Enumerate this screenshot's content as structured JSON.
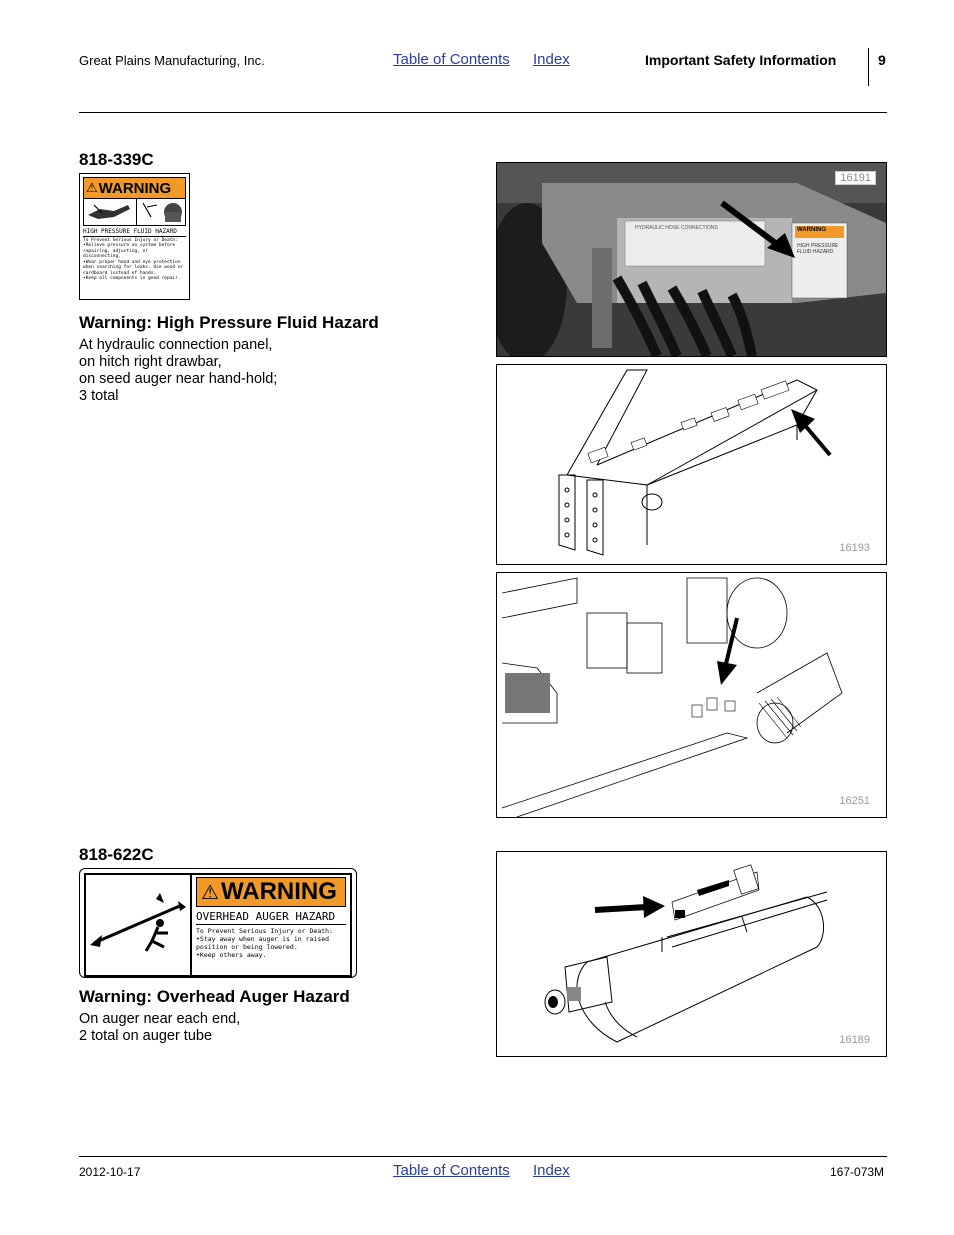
{
  "header": {
    "company": "Great Plains Manufacturing, Inc.",
    "toc_link": "Table of Contents",
    "index_link": "Index",
    "section": "Important Safety Information",
    "page_number": "9"
  },
  "decal1": {
    "part_number": "818-339C",
    "title": "Warning: High Pressure Fluid Hazard",
    "lines": [
      "At hydraulic connection panel,",
      "on hitch right drawbar,",
      "on seed auger near hand-hold;",
      "3 total"
    ],
    "label": {
      "banner": "WARNING",
      "hazard": "HIGH PRESSURE FLUID HAZARD",
      "subhead": "To Prevent Serious Injury or Death:",
      "bullets": [
        "•Relieve pressure on system before repairing, adjusting, or disconnecting.",
        "•Wear proper hand and eye protection when searching for leaks. Use wood or cardboard instead of hands.",
        "•Keep all components in good repair."
      ]
    }
  },
  "decal2": {
    "part_number": "818-622C",
    "title": "Warning: Overhead Auger Hazard",
    "lines": [
      "On auger near each end,",
      "2 total on auger tube"
    ],
    "label": {
      "banner": "WARNING",
      "hazard": "OVERHEAD AUGER HAZARD",
      "subhead": "To Prevent Serious Injury or Death:",
      "bullets": [
        "•Stay away when auger is in raised position or being lowered.",
        "•Keep others away."
      ]
    }
  },
  "figures": {
    "photo": {
      "number": "16191",
      "panel_label": "HYDRAULIC HOSE CONNECTIONS",
      "decal_banner": "WARNING",
      "decal_text": "HIGH PRESSURE FLUID HAZARD"
    },
    "drawbar": {
      "number": "16193"
    },
    "seed_auger": {
      "number": "16251"
    },
    "auger_tube": {
      "number": "16189"
    }
  },
  "footer": {
    "date": "2012-10-17",
    "toc_link": "Table of Contents",
    "index_link": "Index",
    "doc_number": "167-073M"
  },
  "colors": {
    "warning_orange": "#f19a2a",
    "link_blue": "#2a3d9a"
  }
}
